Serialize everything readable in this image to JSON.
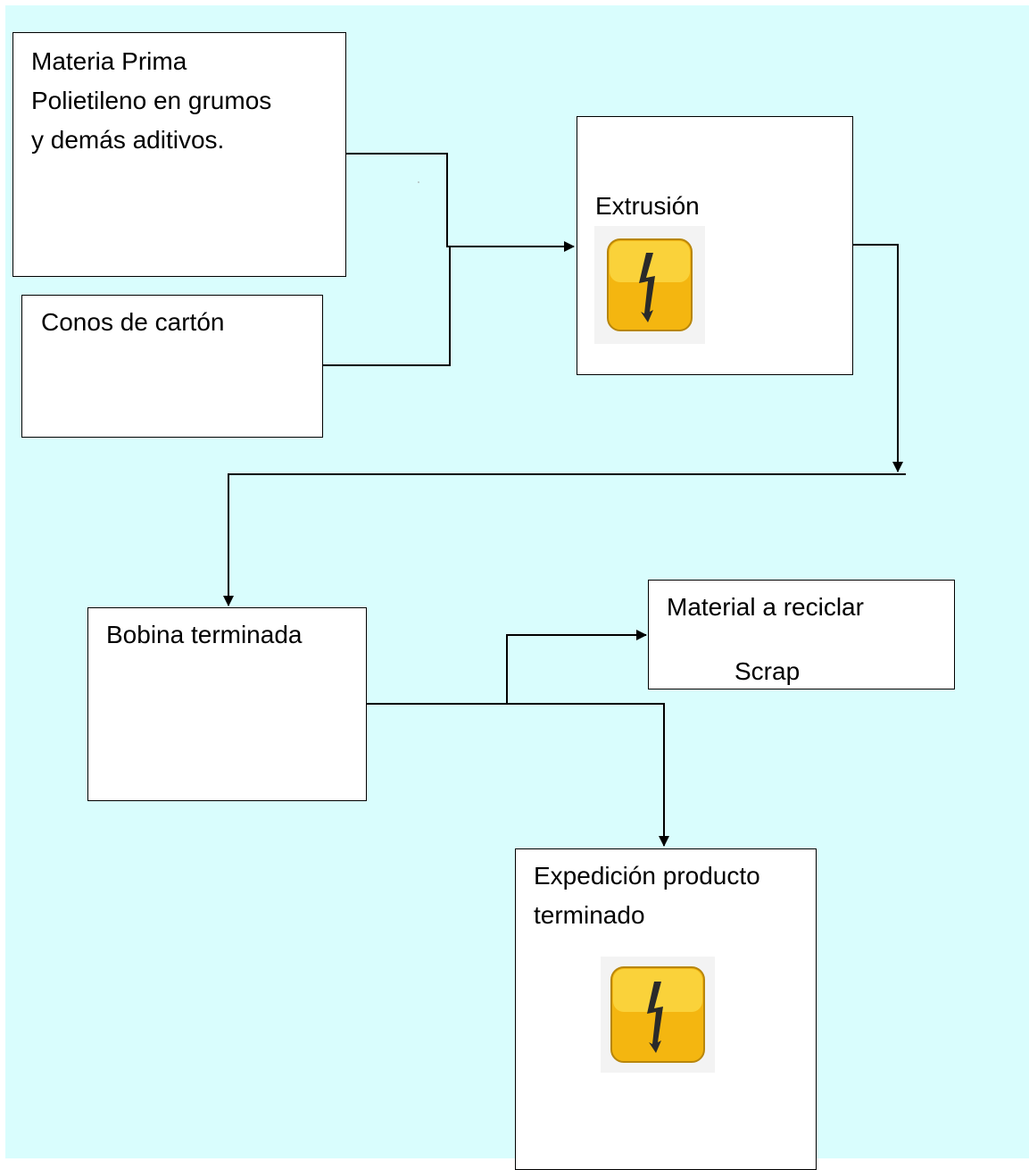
{
  "colors": {
    "background": "#d9fdfd",
    "box_fill": "#ffffff",
    "line": "#000000",
    "icon_yellow": "#f5c21a",
    "icon_bolt": "#2a2a2a"
  },
  "nodes": {
    "materia_prima": {
      "label": "Materia Prima\nPolietileno en grumos\ny demás aditivos."
    },
    "conos": {
      "label": "Conos de cartón"
    },
    "extrusion": {
      "label": "Extrusión",
      "icon": "lightning-bolt-icon"
    },
    "bobina": {
      "label": "Bobina terminada"
    },
    "reciclar": {
      "label": "Material  a reciclar",
      "sublabel": "Scrap"
    },
    "expedicion": {
      "label": "Expedición producto\nterminado",
      "icon": "lightning-bolt-icon"
    }
  },
  "edges": [
    {
      "from": "materia_prima",
      "to": "extrusion"
    },
    {
      "from": "conos",
      "to": "extrusion"
    },
    {
      "from": "extrusion",
      "to": "bobina"
    },
    {
      "from": "bobina",
      "to": "reciclar"
    },
    {
      "from": "bobina",
      "to": "expedicion"
    }
  ]
}
